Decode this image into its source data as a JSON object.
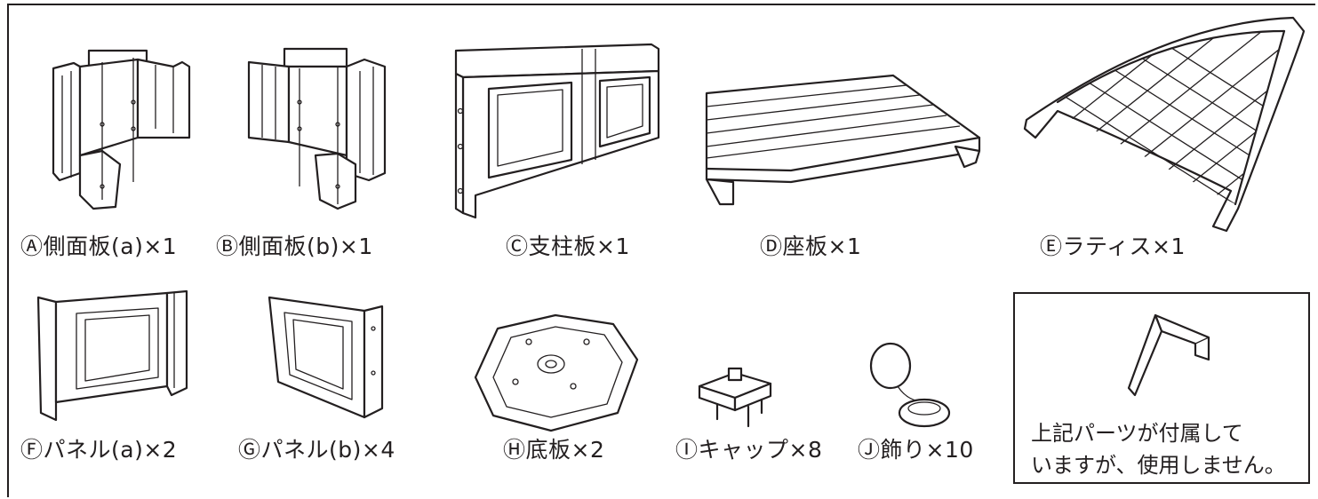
{
  "parts": [
    {
      "id": "A",
      "label": "Ⓐ側面板(a)×1"
    },
    {
      "id": "B",
      "label": "Ⓑ側面板(b)×1"
    },
    {
      "id": "C",
      "label": "Ⓒ支柱板×1"
    },
    {
      "id": "D",
      "label": "Ⓓ座板×1"
    },
    {
      "id": "E",
      "label": "Ⓔラティス×1"
    },
    {
      "id": "F",
      "label": "Ⓕパネル(a)×2"
    },
    {
      "id": "G",
      "label": "Ⓖパネル(b)×4"
    },
    {
      "id": "H",
      "label": "Ⓗ底板×2"
    },
    {
      "id": "I",
      "label": "Ⓘキャップ×8"
    },
    {
      "id": "J",
      "label": "Ⓙ飾り×10"
    }
  ],
  "note": {
    "line1": "上記パーツが付属して",
    "line2": "いますが、使用しません。"
  }
}
